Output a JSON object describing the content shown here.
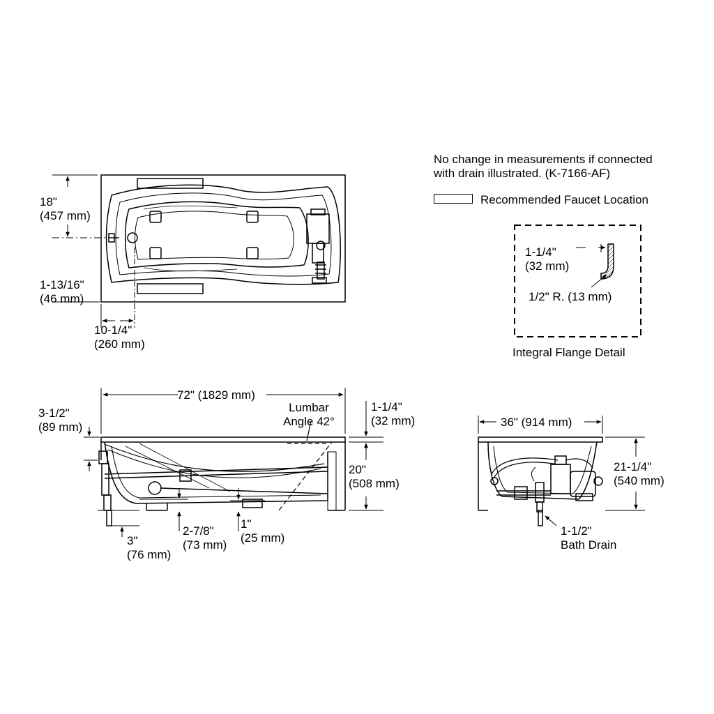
{
  "notes": {
    "drain_line1": "No change in measurements if connected",
    "drain_line2": "with drain illustrated. (K-7166-AF)",
    "faucet_legend": "Recommended Faucet Location"
  },
  "plan_view": {
    "width_in": "18\"",
    "width_mm": "(457 mm)",
    "offset_in": "1-13/16\"",
    "offset_mm": "(46 mm)",
    "drain_in": "10-1/4\"",
    "drain_mm": "(260 mm)"
  },
  "flange_detail": {
    "thickness_in": "1-1/4\"",
    "thickness_mm": "(32 mm)",
    "radius": "1/2\" R. (13 mm)",
    "caption": "Integral Flange Detail"
  },
  "side_view": {
    "length": "72\" (1829 mm)",
    "lumbar_line1": "Lumbar",
    "lumbar_line2": "Angle 42°",
    "rim_in": "3-1/2\"",
    "rim_mm": "(89 mm)",
    "flange_in": "1-1/4\"",
    "flange_mm": "(32 mm)",
    "height_in": "20\"",
    "height_mm": "(508 mm)",
    "drain_drop_in": "3\"",
    "drain_drop_mm": "(76 mm)",
    "pump_in": "2-7/8\"",
    "pump_mm": "(73 mm)",
    "foot_in": "1\"",
    "foot_mm": "(25 mm)"
  },
  "end_view": {
    "width": "36\" (914 mm)",
    "height_in": "21-1/4\"",
    "height_mm": "(540 mm)",
    "drain_size": "1-1/2\"",
    "drain_label": "Bath Drain"
  }
}
